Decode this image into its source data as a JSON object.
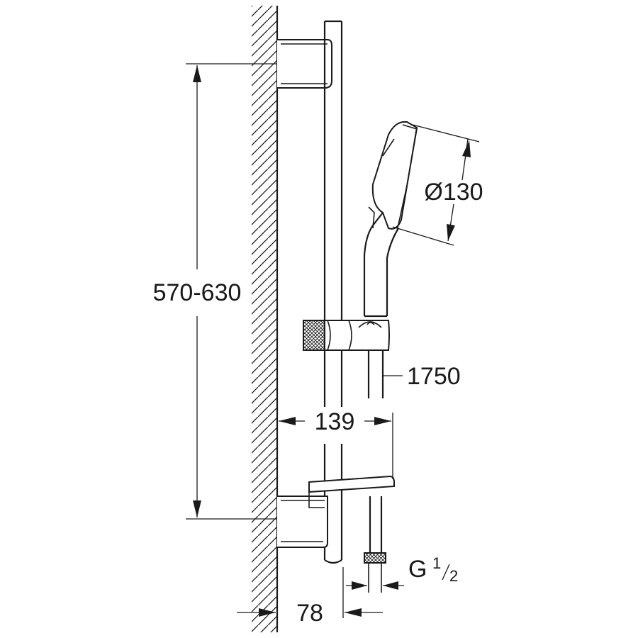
{
  "dimensions": {
    "rail_height": "570-630",
    "head_diameter": "Ø130",
    "hose_length": "1750",
    "projection": "139",
    "wall_offset": "78",
    "thread_prefix": "G",
    "thread_numerator": "1",
    "thread_denominator": "2"
  },
  "colors": {
    "line": "#1a1a1a",
    "background": "#ffffff"
  }
}
